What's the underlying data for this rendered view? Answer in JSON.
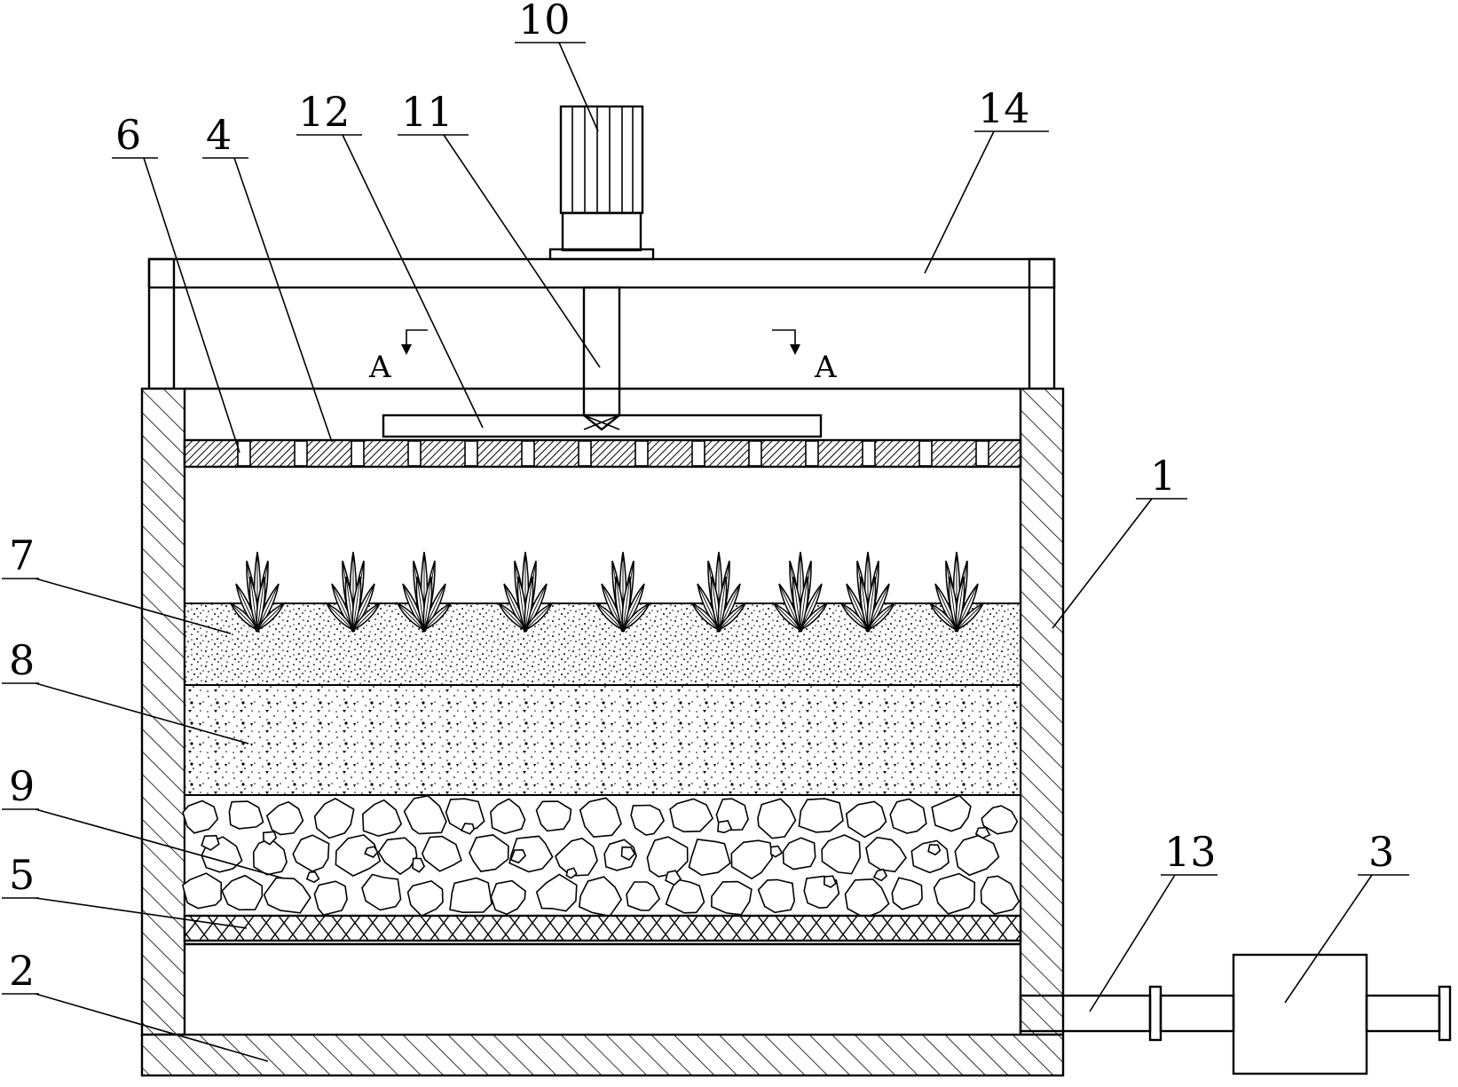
{
  "labels": {
    "l1": "1",
    "l2": "2",
    "l3": "3",
    "l4": "4",
    "l5": "5",
    "l6": "6",
    "l7": "7",
    "l8": "8",
    "l9": "9",
    "l10": "10",
    "l11": "11",
    "l12": "12",
    "l13": "13",
    "l14": "14"
  },
  "section_marks": {
    "left": "A",
    "right": "A"
  }
}
